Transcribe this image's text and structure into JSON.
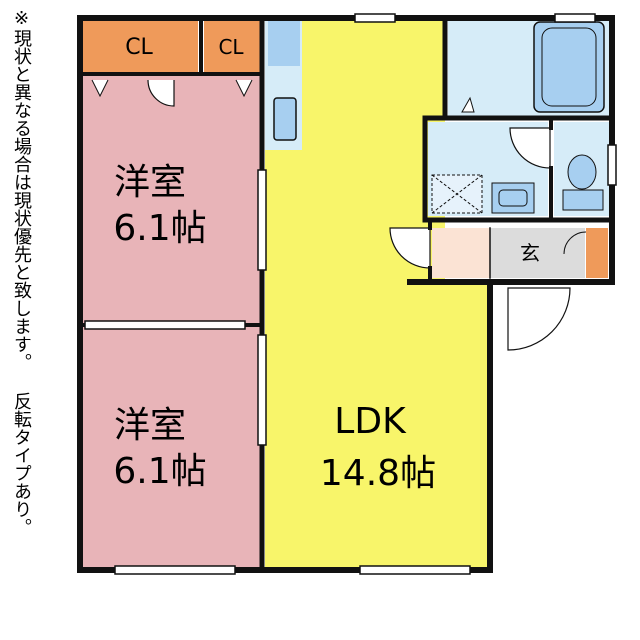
{
  "note": "※現状と異なる場合は現状優先と致します。 反転タイプあり。",
  "rooms": {
    "western_top": {
      "name": "洋室",
      "size": "6.1帖"
    },
    "western_bottom": {
      "name": "洋室",
      "size": "6.1帖"
    },
    "ldk": {
      "name": "LDK",
      "size": "14.8帖"
    },
    "entrance": {
      "name": "玄"
    },
    "closet_left": {
      "name": "CL"
    },
    "closet_right": {
      "name": "CL"
    }
  },
  "colors": {
    "wall": "#111111",
    "western": "#e8b4b8",
    "ldk": "#f8f56a",
    "closet": "#ef9a5a",
    "wet": "#d6ecf8",
    "fixture": "#a7cff0",
    "entrance": "#fbe3d4",
    "entry_floor": "#dcdcdc"
  }
}
